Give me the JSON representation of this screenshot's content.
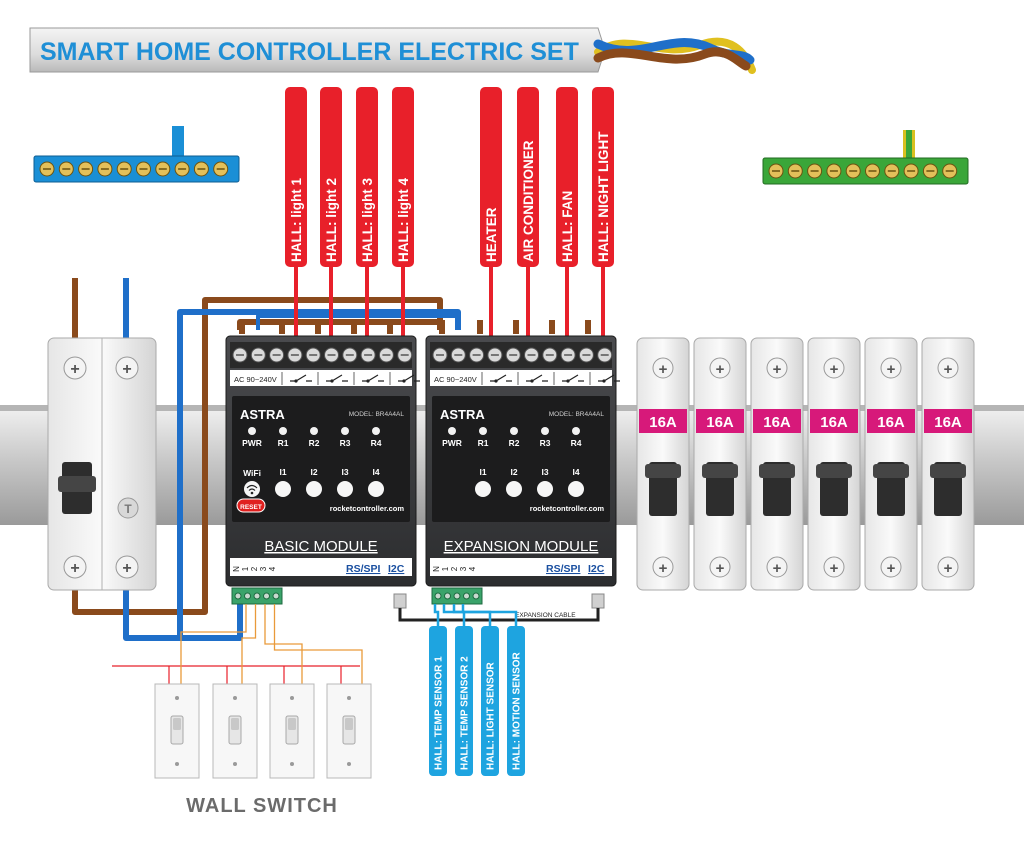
{
  "header": {
    "title": "SMART HOME CONTROLLER ELECTRIC SET"
  },
  "loads": [
    "HALL: light 1",
    "HALL: light 2",
    "HALL: light 3",
    "HALL: light 4",
    "HEATER",
    "AIR CONDITIONER",
    "HALL: FAN",
    "HALL: NIGHT LIGHT"
  ],
  "sensors": [
    "HALL: TEMP SENSOR 1",
    "HALL: TEMP SENSOR 2",
    "HALL: LIGHT SENSOR",
    "HALL: MOTION SENSOR"
  ],
  "breakers": {
    "rating": "16A",
    "count": 6
  },
  "basic_module": {
    "brand": "ASTRA",
    "model": "MODEL: BR4A4AL",
    "voltage": "AC 90~240V",
    "status_leds": [
      "PWR",
      "R1",
      "R2",
      "R3",
      "R4"
    ],
    "inputs": [
      "I1",
      "I2",
      "I3",
      "I4"
    ],
    "wifi": "WiFi",
    "reset": "RESET",
    "website": "rocketcontroller.com",
    "caption": "BASIC MODULE",
    "ports": [
      "RS/SPI",
      "I2C"
    ],
    "terminal_labels": [
      "N",
      "1",
      "2",
      "3",
      "4"
    ]
  },
  "expansion_module": {
    "brand": "ASTRA",
    "model": "MODEL: BR4A4AL",
    "voltage": "AC 90~240V",
    "status_leds": [
      "PWR",
      "R1",
      "R2",
      "R3",
      "R4"
    ],
    "inputs": [
      "I1",
      "I2",
      "I3",
      "I4"
    ],
    "website": "rocketcontroller.com",
    "caption": "EXPANSION MODULE",
    "ports": [
      "RS/SPI",
      "I2C"
    ],
    "terminal_labels": [
      "N",
      "1",
      "2",
      "3",
      "4"
    ]
  },
  "expansion_cable": "EXPANSION CABLE",
  "wall_switch": {
    "label": "WALL SWITCH",
    "count": 4
  },
  "colors": {
    "title": "#1f8fd6",
    "load_tag": "#e8202a",
    "sensor_tag": "#1ea4e0",
    "breaker_band": "#d7197a",
    "wire_brown": "#8a4a1c",
    "wire_blue": "#1f6fc9",
    "neutral_bar": "#1a8fd6",
    "earth_bar": "#3aa639",
    "module_body": "#3b3c3e"
  }
}
